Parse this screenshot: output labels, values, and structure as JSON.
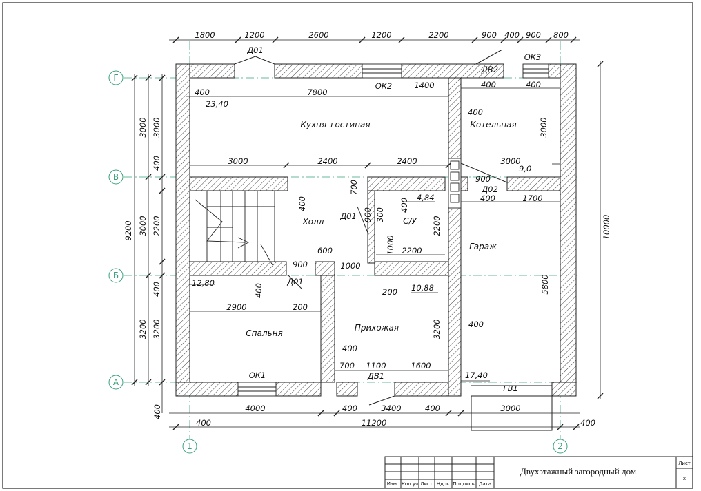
{
  "title_block": {
    "title": "Двухэтажный загородный дом",
    "sheet_label": "Лист",
    "sheet_value": "х",
    "columns": [
      "Изм.",
      "Кол.уч",
      "Лист",
      "Ндок",
      "Подпись",
      "Дата"
    ]
  },
  "rooms": {
    "kitchen": "Кухня–гостиная",
    "boiler": "Котельная",
    "hall": "Холл",
    "wc": "С/У",
    "garage": "Гараж",
    "bedroom": "Спальня",
    "entry": "Прихожая"
  },
  "areas": {
    "kitchen": "23,40",
    "boiler": "9,0",
    "wc": "4,84",
    "hall": "12,80",
    "entry": "10,88",
    "garage": "17,40"
  },
  "openings": {
    "d01_top": "Д01",
    "ok2": "ОК2",
    "dv2": "ДВ2",
    "ok3": "ОК3",
    "d01_wc": "Д01",
    "d02": "Д02",
    "d01_bed": "Д01",
    "ok1": "ОК1",
    "dv1": "ДВ1",
    "gv1": "ГВ1"
  },
  "axes": {
    "g": "Г",
    "v": "В",
    "b": "Б",
    "a": "А",
    "one": "1",
    "two": "2"
  },
  "dims": {
    "top": [
      "1800",
      "1200",
      "2600",
      "1200",
      "2200",
      "900",
      "400",
      "900",
      "800"
    ],
    "bottom_upper": [
      "4000",
      "400",
      "3400",
      "400",
      "3000"
    ],
    "bottom_lower": [
      "400",
      "11200",
      "400"
    ],
    "bottom_left": "400",
    "left_outer": "9200",
    "left_mid": [
      "3000",
      "3000",
      "3200"
    ],
    "left_inner": [
      "3000",
      "400",
      "2200",
      "400",
      "3200"
    ],
    "right_total": "10000",
    "kitchen_w": "7800",
    "kitchen_wall": "400",
    "ok2_w": "1400",
    "boiler_l": "400",
    "boiler_r": "400",
    "boiler_wall": "400",
    "boiler_h": "3000",
    "mid_row": [
      "3000",
      "2400",
      "2400",
      "3000"
    ],
    "wc_700": "700",
    "hall_400": "400",
    "wc_900": "900",
    "wc_300": "300",
    "wc_400": "400",
    "garage_900": "900",
    "garage_400": "400",
    "garage_1700": "1700",
    "wc_2200v": "2200",
    "wc_1000v": "1000",
    "wc_2200h": "2200",
    "hall_600": "600",
    "hall_900": "900",
    "hall_1000": "1000",
    "bed_400": "400",
    "bed_2900": "2900",
    "bed_200": "200",
    "entry_200": "200",
    "entry_3200": "3200",
    "entry_400": "400",
    "entry_400b": "400",
    "garage_5800": "5800",
    "bottom_row": [
      "700",
      "1100",
      "1600"
    ]
  }
}
